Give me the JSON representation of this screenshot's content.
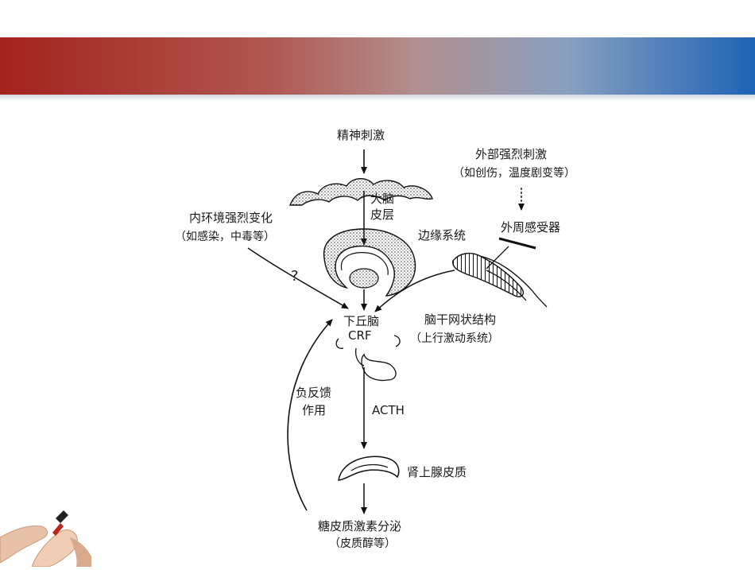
{
  "slide": {
    "accent_left": "#a3221e",
    "accent_right": "#1e63b5"
  },
  "diagram": {
    "mental_stimulus": "精神刺激",
    "external_stimulus": "外部强烈刺激",
    "external_examples": "（如创伤，温度剧变等）",
    "cortex_line1": "大脑",
    "cortex_line2": "皮层",
    "internal_change": "内环境强烈变化",
    "internal_examples": "（如感染，中毒等）",
    "limbic_system": "边缘系统",
    "peripheral_receptor": "外周感受器",
    "question_mark": "?",
    "hypothalamus": "下丘脑",
    "crf": "CRF",
    "reticular_line1": "脑干网状结构",
    "reticular_line2": "（上行激动系统）",
    "feedback_line1": "负反馈",
    "feedback_line2": "作用",
    "acth": "ACTH",
    "adrenal_cortex": "肾上腺皮质",
    "secretion_line1": "糖皮质激素分泌",
    "secretion_line2": "（皮质醇等）"
  }
}
